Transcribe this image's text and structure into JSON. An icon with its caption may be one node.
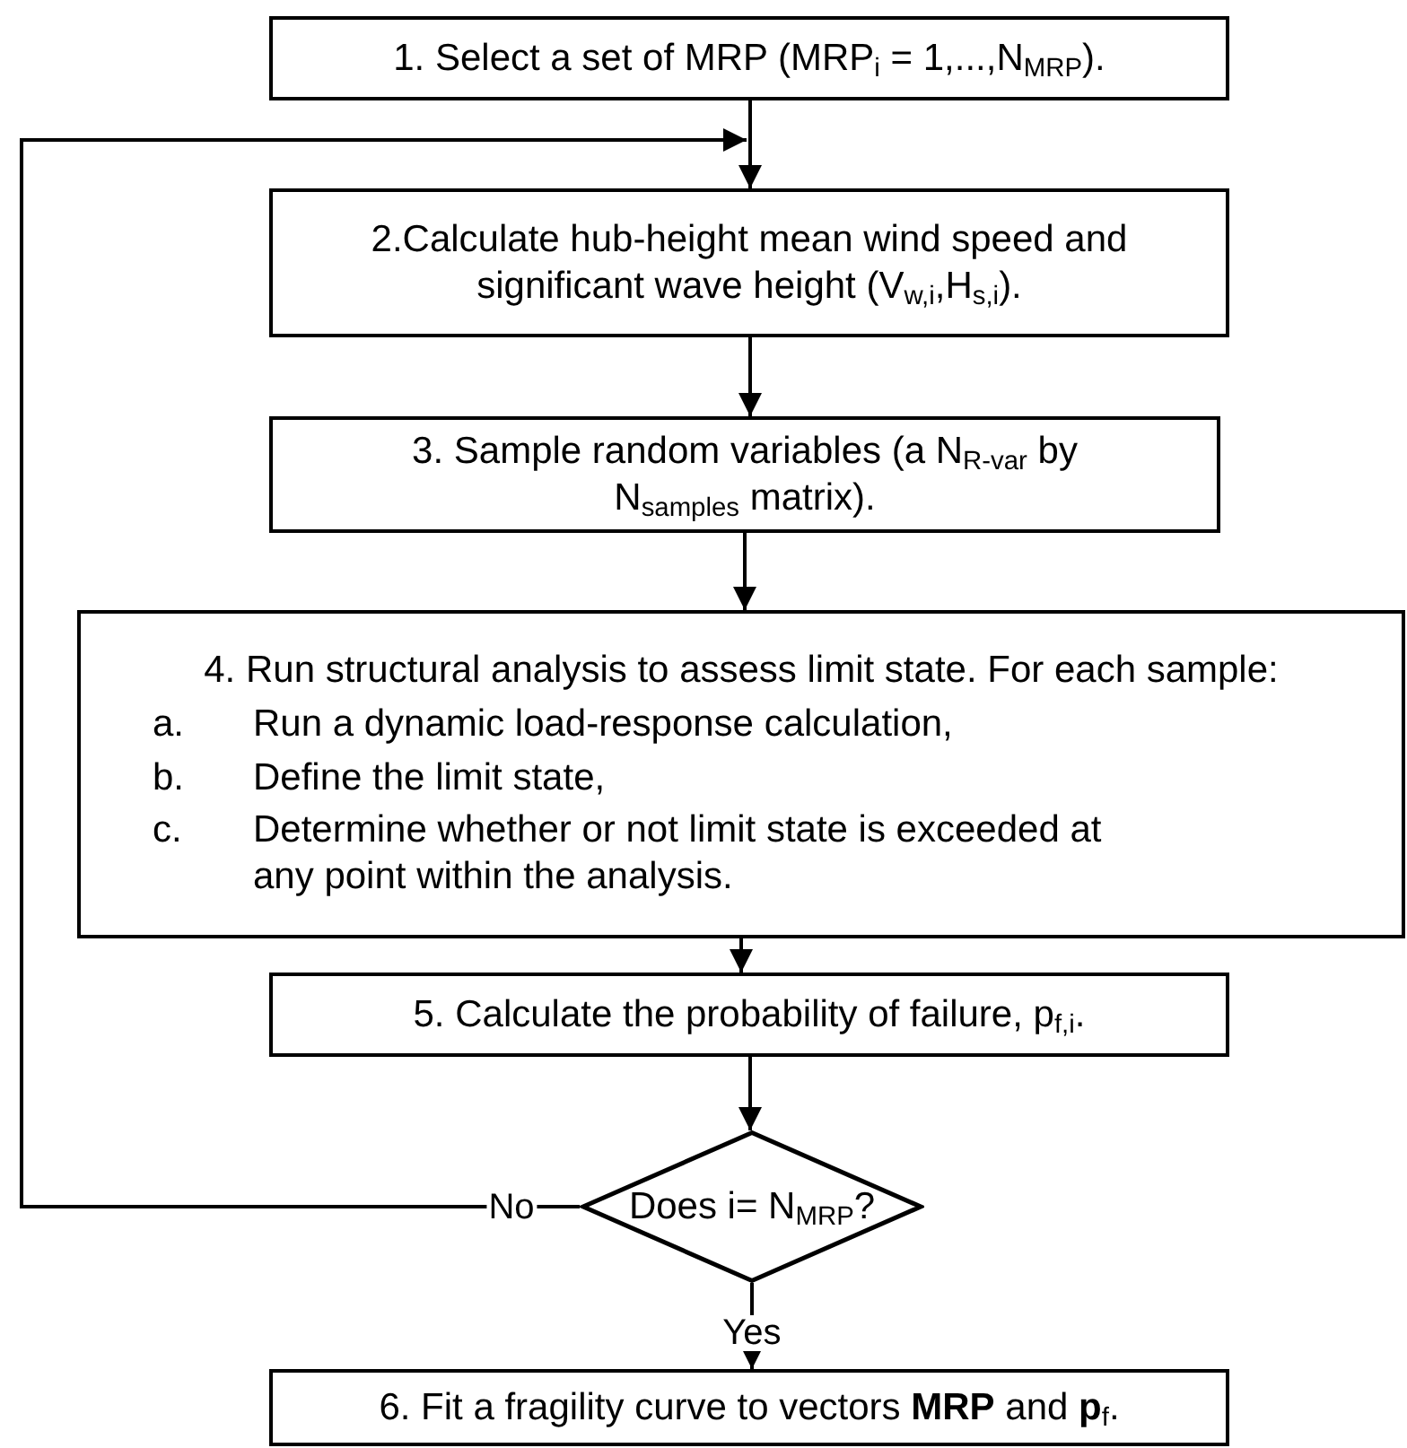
{
  "diagram": {
    "nodes": [
      {
        "text": [
          "1. Select a set of MRP (MRP$_{i}$ = 1,...,N$_{MRP}$)."
        ]
      },
      {
        "text": [
          "2.Calculate hub-height mean wind speed and significant wave height (V$_{w,i}$,H$_{s,i}$)."
        ]
      },
      {
        "text": [
          "3. Sample random variables (a N$_{R-var}$ by N$_{samples}$ matrix)."
        ]
      },
      {
        "text": [
          "4. Run structural analysis to assess limit state. For each sample:",
          "a.",
          "Run a dynamic load-response calculation,",
          "b.",
          "Define the limit state,",
          "c.",
          "Determine whether or not limit state is exceeded at any point within the analysis."
        ]
      },
      {
        "text": [
          "5. Calculate the probability of failure, p$_{f,i}$."
        ]
      },
      {
        "text": [
          "Does i= N$_{MRP}$?"
        ]
      },
      {
        "text": [
          "6. Fit a fragility curve to vectors **MRP** and **p**$_{f}$."
        ]
      }
    ],
    "edges": [
      {
        "from": 0,
        "to": 1,
        "arrow": "to"
      },
      {
        "from": 1,
        "to": 2,
        "arrow": "to"
      },
      {
        "from": 2,
        "to": 3,
        "arrow": "to"
      },
      {
        "from": 3,
        "to": 4,
        "arrow": "to"
      },
      {
        "from": 4,
        "to": 5,
        "arrow": "to"
      },
      {
        "from": 5,
        "to": 6,
        "arrow": "to",
        "label": "Yes"
      },
      {
        "from": 5,
        "to": 1,
        "arrow": "to",
        "label": "No"
      }
    ]
  }
}
